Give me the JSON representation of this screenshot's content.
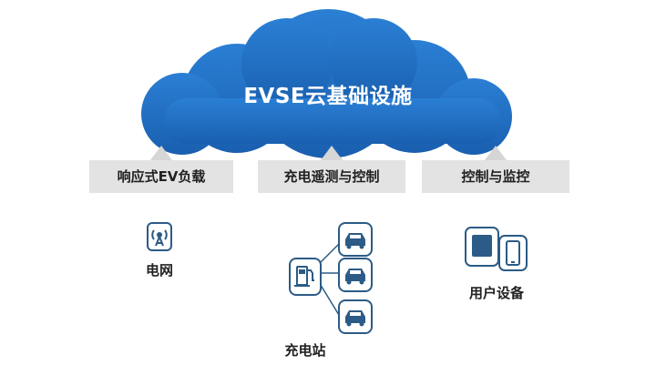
{
  "cloud": {
    "title": "EVSE云基础设施"
  },
  "categories": [
    {
      "label": "响应式EV负载"
    },
    {
      "label": "充电遥测与控制"
    },
    {
      "label": "控制与监控"
    }
  ],
  "nodes": {
    "grid": {
      "label": "电网",
      "icon": "antenna-icon"
    },
    "charging_station": {
      "label": "充电站",
      "icon": "ev-charger-icon",
      "vehicle_icon": "car-icon"
    },
    "user_devices": {
      "label": "用户设备",
      "icons": [
        "tablet-icon",
        "phone-icon"
      ]
    }
  },
  "colors": {
    "cloud": "#1f6fc2",
    "icon_stroke": "#2b5b86",
    "box": "#e3e3e3",
    "arrow": "#d6d6d6"
  }
}
